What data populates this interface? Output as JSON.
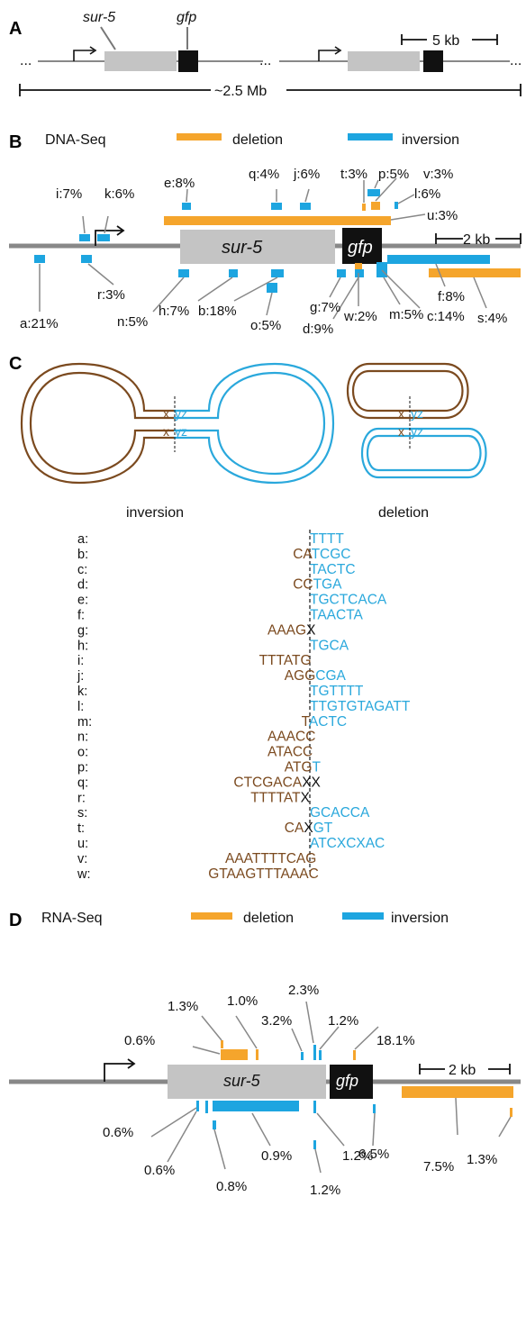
{
  "colors": {
    "deletion": "#f5a52c",
    "inversion": "#1da5e0",
    "brown": "#7b4a1f",
    "gray_box": "#c4c4c4",
    "line": "#777777"
  },
  "panelA": {
    "label": "A",
    "gene1": "sur-5",
    "gene2": "gfp",
    "scale": "5 kb",
    "span": "~2.5 Mb",
    "dots": "...",
    "dots_mid": "..."
  },
  "panelB": {
    "label": "B",
    "title": "DNA-Seq",
    "legend_deletion": "deletion",
    "legend_inversion": "inversion",
    "gene1": "sur-5",
    "gene2": "gfp",
    "scale": "2 kb",
    "events": {
      "a": "a:21%",
      "b": "b:18%",
      "c": "c:14%",
      "d": "d:9%",
      "e": "e:8%",
      "f": "f:8%",
      "g": "g:7%",
      "h": "h:7%",
      "i": "i:7%",
      "j": "j:6%",
      "k": "k:6%",
      "l": "l:6%",
      "m": "m:5%",
      "n": "n:5%",
      "o": "o:5%",
      "p": "p:5%",
      "q": "q:4%",
      "r": "r:3%",
      "s": "s:4%",
      "t": "t:3%",
      "u": "u:3%",
      "v": "v:3%",
      "w": "w:2%"
    }
  },
  "panelC": {
    "label": "C",
    "inversion_caption": "inversion",
    "deletion_caption": "deletion",
    "junction_x": "x",
    "junction_yz": "yz",
    "sequences": [
      {
        "key": "a:",
        "left": "",
        "mid": "",
        "right": "TTTT"
      },
      {
        "key": "b:",
        "left": "CA",
        "mid": "",
        "right": "TCGC"
      },
      {
        "key": "c:",
        "left": "",
        "mid": "",
        "right": "TACTC"
      },
      {
        "key": "d:",
        "left": "CC",
        "mid": "",
        "right": "TGA"
      },
      {
        "key": "e:",
        "left": "",
        "mid": "",
        "right": "TGCTCACA"
      },
      {
        "key": "f:",
        "left": "",
        "mid": "",
        "right": "TAACTA"
      },
      {
        "key": "g:",
        "left": "AAAG",
        "mid": "X",
        "right": ""
      },
      {
        "key": "h:",
        "left": "",
        "mid": "",
        "right": "TGCA"
      },
      {
        "key": "i:",
        "left": "TTTATG",
        "mid": "",
        "right": ""
      },
      {
        "key": "j:",
        "left": "AGG",
        "mid": "",
        "right": "CGA"
      },
      {
        "key": "k:",
        "left": "",
        "mid": "",
        "right": "TGTTTT"
      },
      {
        "key": "l:",
        "left": "",
        "mid": "",
        "right": "TTGTGTAGATT"
      },
      {
        "key": "m:",
        "left": "T",
        "mid": "",
        "right": "ACTC"
      },
      {
        "key": "n:",
        "left": "AAACC",
        "mid": "",
        "right": ""
      },
      {
        "key": "o:",
        "left": "ATACC",
        "mid": "",
        "right": ""
      },
      {
        "key": "p:",
        "left": "ATG",
        "mid": "",
        "right": "T"
      },
      {
        "key": "q:",
        "left": "CTCGACA",
        "mid": "XX",
        "right": ""
      },
      {
        "key": "r:",
        "left": "TTTTAT",
        "mid": "X",
        "right": ""
      },
      {
        "key": "s:",
        "left": "",
        "mid": "",
        "right": "GCACCA"
      },
      {
        "key": "t:",
        "left": "CA",
        "mid": "X",
        "right": "GT"
      },
      {
        "key": "u:",
        "left": "",
        "mid": "",
        "right": "ATCXCXAC"
      },
      {
        "key": "v:",
        "left": "AAATTTTCAG",
        "mid": "",
        "right": ""
      },
      {
        "key": "w:",
        "left": "GTAAGTTTAAAC",
        "mid": "",
        "right": ""
      }
    ]
  },
  "panelD": {
    "label": "D",
    "title": "RNA-Seq",
    "legend_deletion": "deletion",
    "legend_inversion": "inversion",
    "gene1": "sur-5",
    "gene2": "gfp",
    "scale": "2 kb",
    "percents": {
      "p1": "1.3%",
      "p2": "1.0%",
      "p3": "2.3%",
      "p4": "0.6%",
      "p5": "3.2%",
      "p6": "1.2%",
      "p7": "18.1%",
      "p8": "0.6%",
      "p9": "6.5%",
      "p10": "1.3%",
      "p11": "0.6%",
      "p12": "0.9%",
      "p13": "1.2%",
      "p14": "7.5%",
      "p15": "0.8%",
      "p16": "1.2%"
    }
  }
}
